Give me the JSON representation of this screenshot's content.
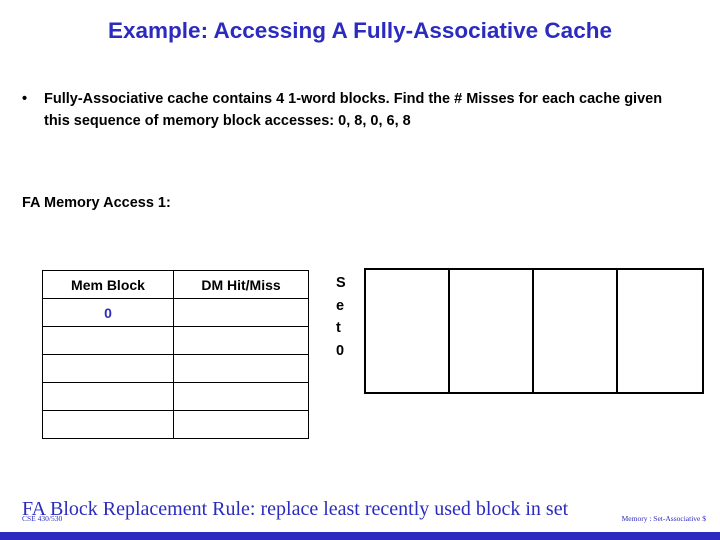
{
  "slide": {
    "title": "Example: Accessing A Fully-Associative Cache",
    "bullet": {
      "marker": "•",
      "text": "Fully-Associative cache contains 4 1-word blocks. Find the # Misses for each cache given this sequence of memory block accesses: 0, 8, 0, 6, 8"
    },
    "section_label": "FA Memory Access 1:",
    "table": {
      "headers": [
        "Mem Block",
        "DM Hit/Miss"
      ],
      "rows": [
        [
          "0",
          ""
        ],
        [
          "",
          ""
        ],
        [
          "",
          ""
        ],
        [
          "",
          ""
        ],
        [
          "",
          ""
        ]
      ]
    },
    "set_label": {
      "lines": [
        "S",
        "e",
        "t",
        "0"
      ]
    },
    "cache_blocks": [
      "",
      "",
      "",
      ""
    ],
    "rule_text": "FA Block Replacement Rule: replace least recently used block in set",
    "footer_left": "CSE 430/530",
    "footer_right": "Memory : Set-Associative $",
    "colors": {
      "accent": "#2b2bbf",
      "text": "#000000",
      "background": "#ffffff"
    }
  }
}
